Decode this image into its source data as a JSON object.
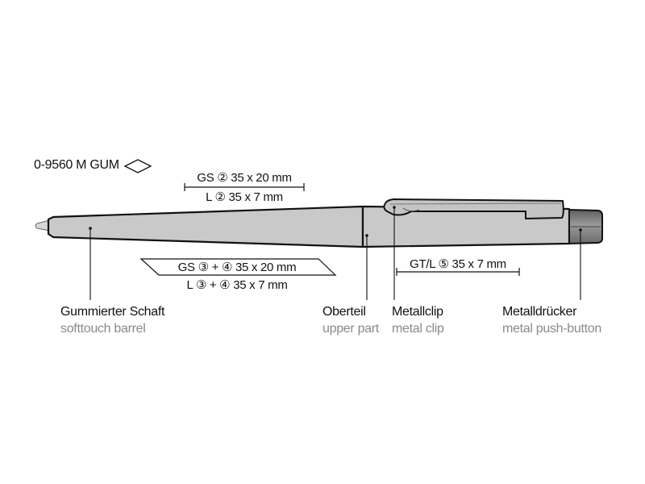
{
  "model": {
    "code": "0-9560 M GUM",
    "icon": "diamond-outline-icon"
  },
  "print_areas": {
    "upper_top": "GS ② 35 x 20 mm",
    "upper_bottom": "L ② 35 x 7 mm",
    "barrel_top": "GS ③ + ④ 35 x 20 mm",
    "barrel_bottom": "L ③ + ④ 35 x 7 mm",
    "clip": "GT/L ⑤ 35 x 7 mm"
  },
  "parts": [
    {
      "de": "Gummierter Schaft",
      "en": "softtouch barrel"
    },
    {
      "de": "Oberteil",
      "en": "upper part"
    },
    {
      "de": "Metallclip",
      "en": "metal clip"
    },
    {
      "de": "Metalldrücker",
      "en": "metal push-button"
    }
  ],
  "colors": {
    "pen_body": "#c9c9c9",
    "outline": "#111111",
    "button": "#8f8f8f",
    "secondary_text": "#8a8a8a"
  }
}
